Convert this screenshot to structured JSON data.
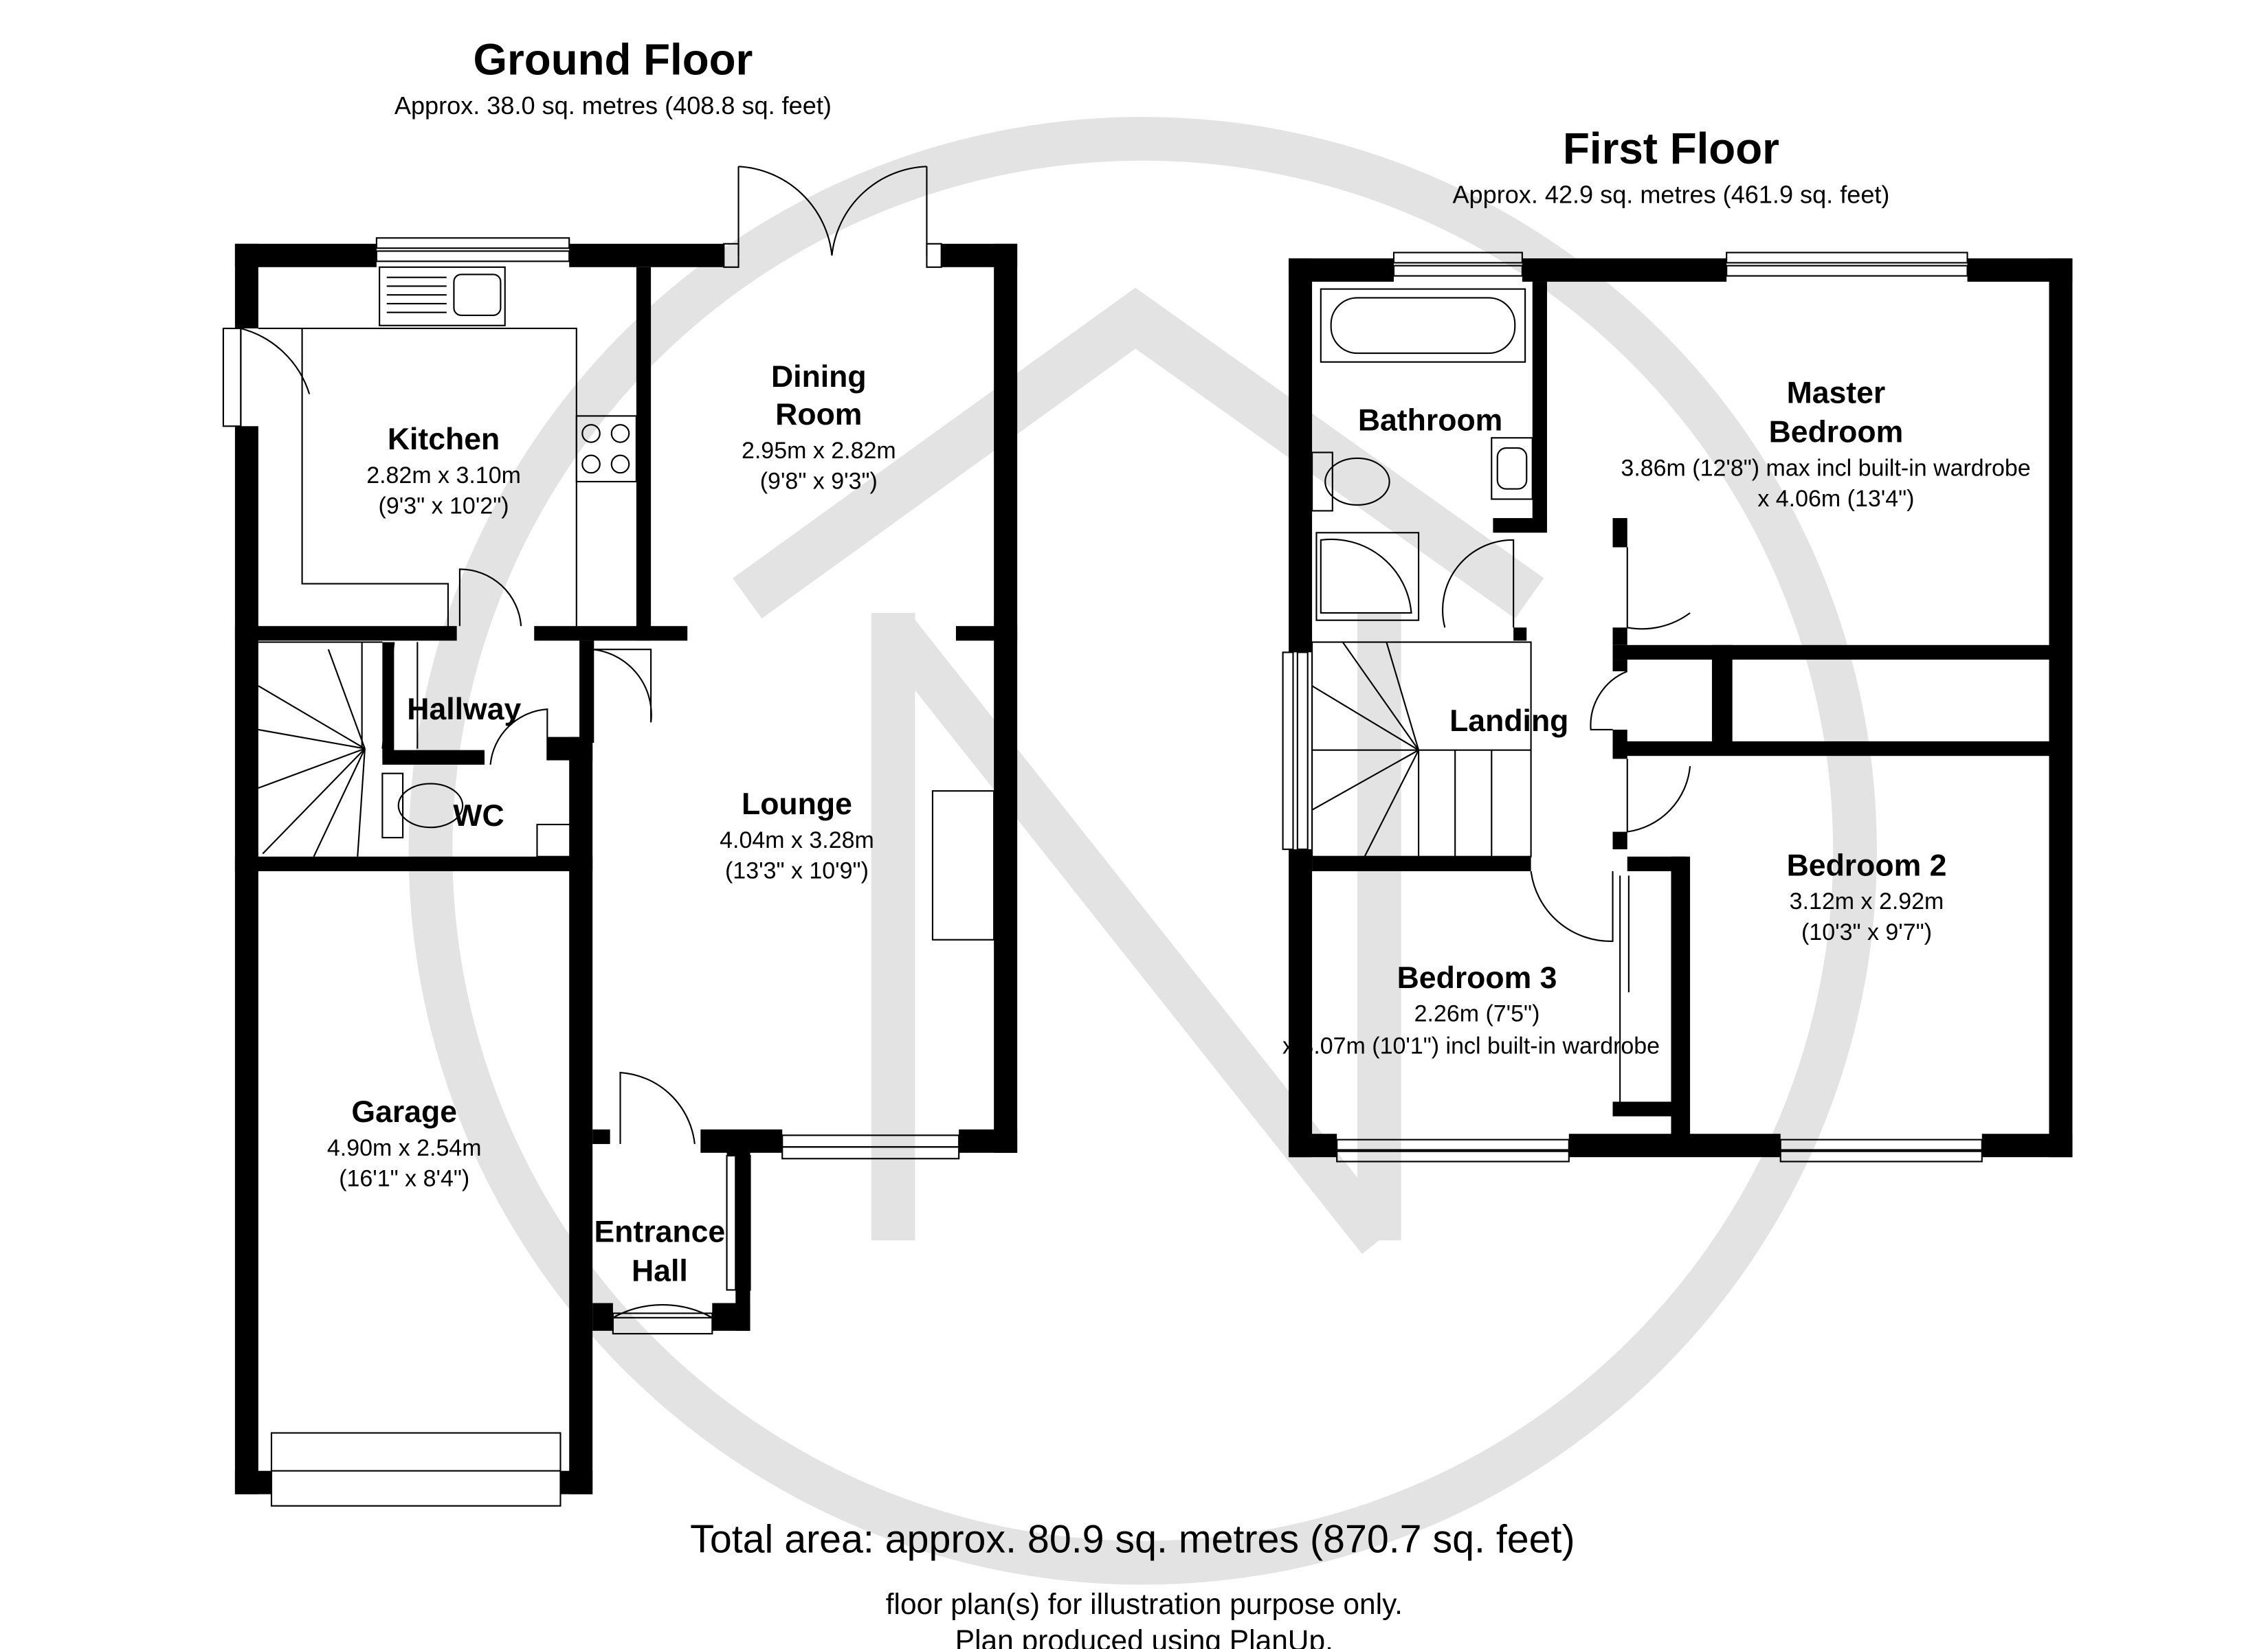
{
  "ground_floor": {
    "title": "Ground Floor",
    "area": "Approx.  38.0 sq. metres (408.8 sq. feet)",
    "rooms": {
      "kitchen": {
        "name": "Kitchen",
        "dim_metric": "2.82m x 3.10m",
        "dim_imperial": "(9'3\" x 10'2\")"
      },
      "dining": {
        "name_line1": "Dining",
        "name_line2": "Room",
        "dim_metric": "2.95m x 2.82m",
        "dim_imperial": "(9'8\" x 9'3\")"
      },
      "hallway": {
        "name": "Hallway"
      },
      "wc": {
        "name": "WC"
      },
      "lounge": {
        "name": "Lounge",
        "dim_metric": "4.04m x 3.28m",
        "dim_imperial": "(13'3\" x 10'9\")"
      },
      "garage": {
        "name": "Garage",
        "dim_metric": "4.90m x 2.54m",
        "dim_imperial": "(16'1\" x 8'4\")"
      },
      "entrance": {
        "name_line1": "Entrance",
        "name_line2": "Hall"
      }
    }
  },
  "first_floor": {
    "title": "First Floor",
    "area": "Approx.  42.9 sq. metres (461.9 sq. feet)",
    "rooms": {
      "bathroom": {
        "name": "Bathroom"
      },
      "master": {
        "name_line1": "Master",
        "name_line2": "Bedroom",
        "dim_line1": "3.86m (12'8\") max incl built-in wardrobe",
        "dim_line2": "x 4.06m (13'4\")"
      },
      "landing": {
        "name": "Landing"
      },
      "bedroom2": {
        "name": "Bedroom 2",
        "dim_metric": "3.12m x 2.92m",
        "dim_imperial": "(10'3\" x 9'7\")"
      },
      "bedroom3": {
        "name": "Bedroom 3",
        "dim_line1": "2.26m (7'5\")",
        "dim_line2": "x 3.07m (10'1\") incl built-in wardrobe"
      }
    }
  },
  "footer": {
    "total": "Total area: approx.  80.9 sq. metres (870.7 sq. feet)",
    "disclaimer": "floor plan(s) for illustration purpose only.",
    "credit": "Plan produced using PlanUp."
  },
  "colors": {
    "wall": "#000000",
    "watermark": "#e3e3e3",
    "fixture": "#555555"
  }
}
